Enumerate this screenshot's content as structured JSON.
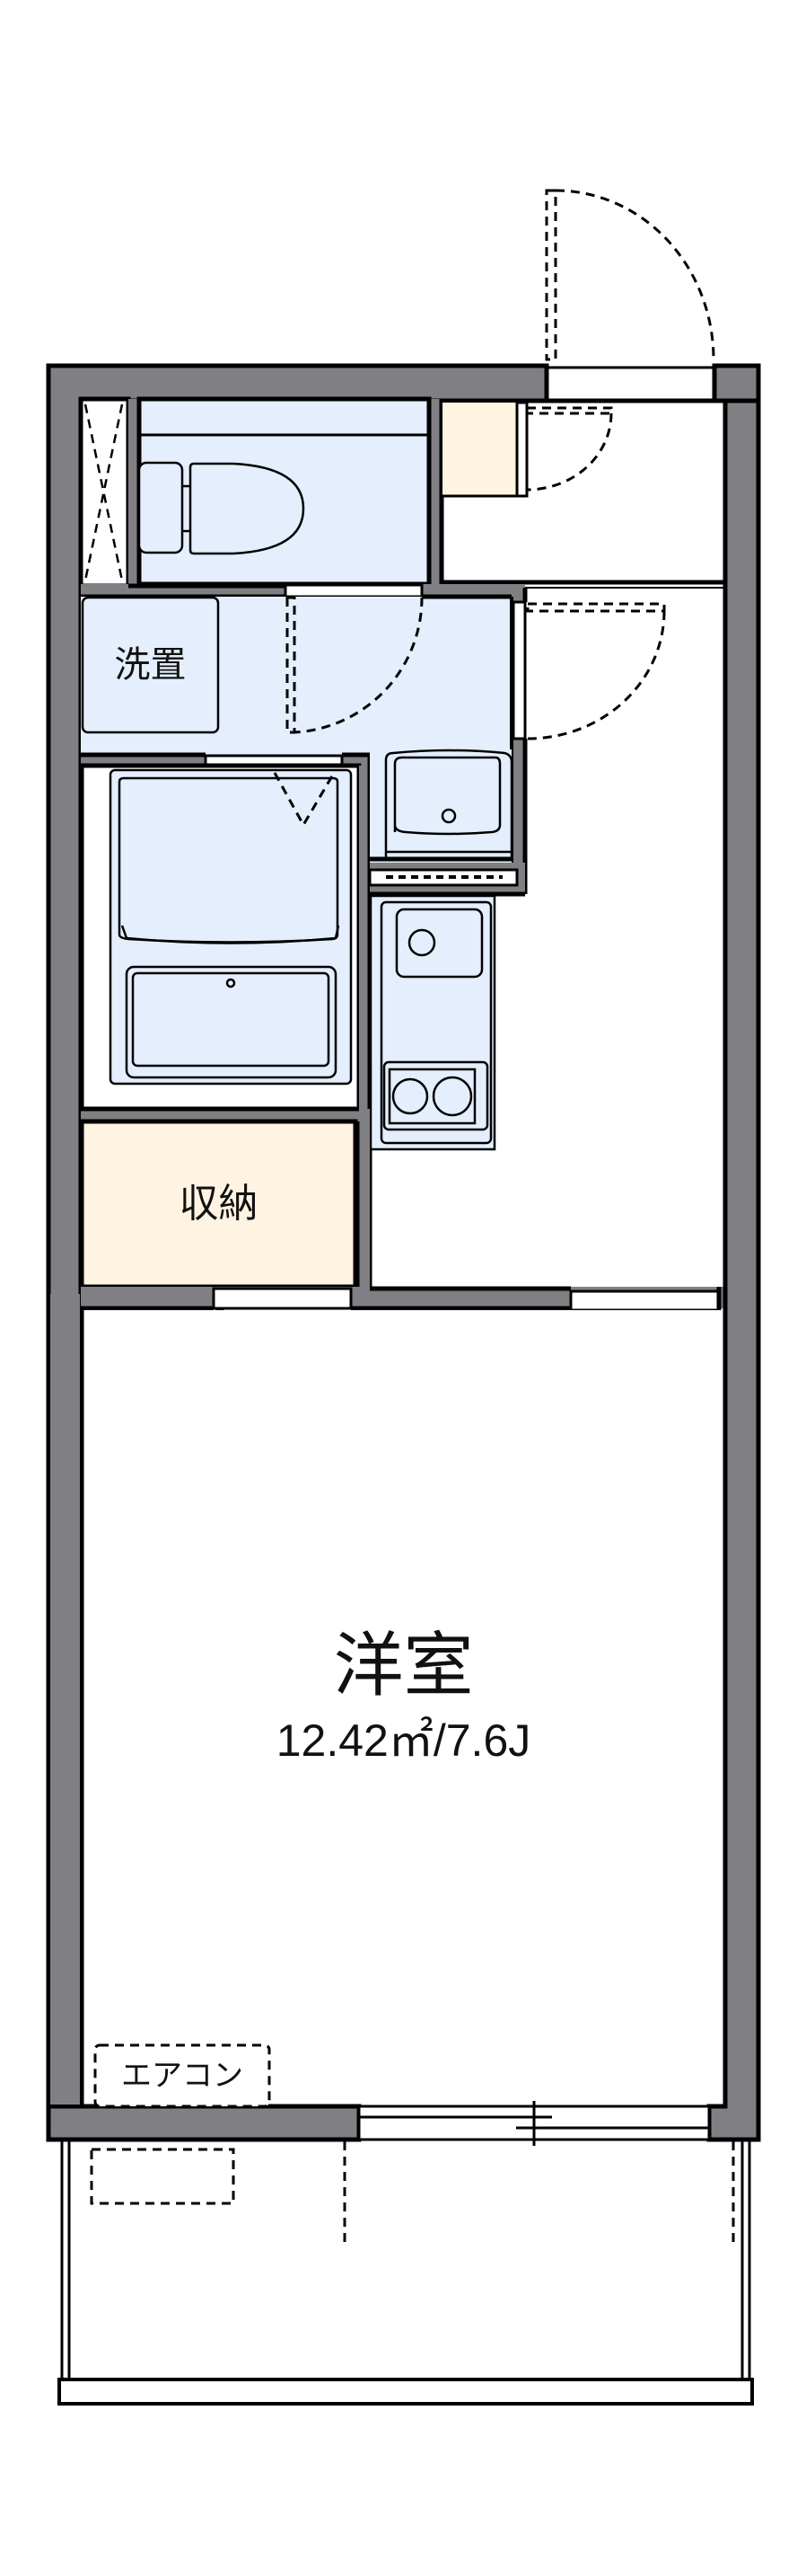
{
  "floor_plan": {
    "rooms": {
      "western_room": {
        "name": "洋室",
        "area": "12.42㎡/7.6J"
      },
      "washroom": {
        "label": "洗置"
      },
      "storage": {
        "label": "収納"
      },
      "air_conditioner": {
        "label": "エアコン"
      }
    },
    "fixtures": [
      "toilet",
      "unit-bath",
      "wash-basin",
      "kitchen-sink",
      "two-burner-stove",
      "shoe-cabinet",
      "pipe-space"
    ],
    "colors": {
      "wall": "#808084",
      "wet_area": "#e4eefc",
      "storage": "#fff4e2",
      "line": "#000000",
      "floor": "#ffffff"
    }
  }
}
